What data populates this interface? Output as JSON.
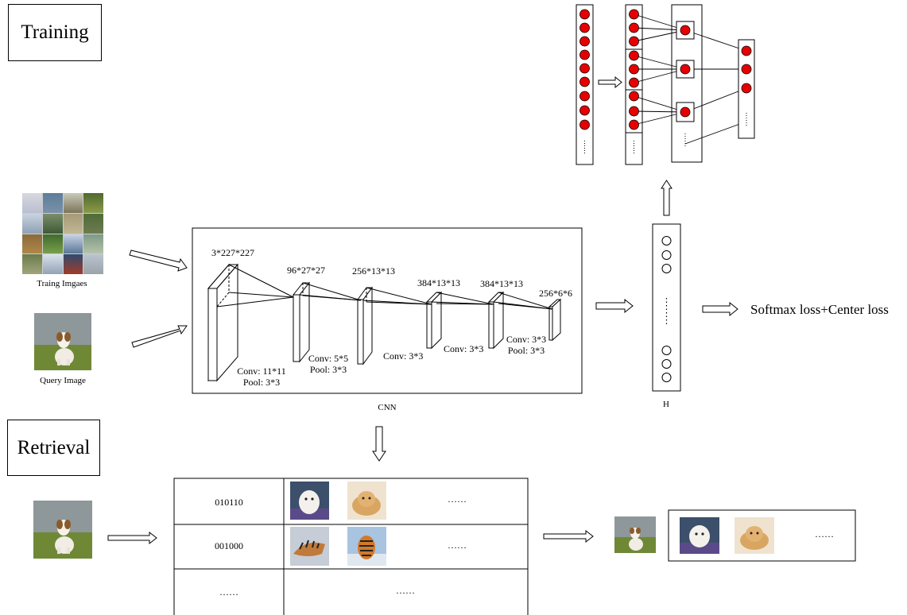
{
  "sections": {
    "training": "Training",
    "retrieval": "Retrieval"
  },
  "inputs": {
    "training_images_label": "Traing Imgaes",
    "query_image_label": "Query Image"
  },
  "cnn": {
    "label": "CNN",
    "layers": [
      {
        "dims": "3*227*227"
      },
      {
        "dims": "96*27*27"
      },
      {
        "dims": "256*13*13"
      },
      {
        "dims": "384*13*13"
      },
      {
        "dims": "384*13*13"
      },
      {
        "dims": "256*6*6"
      }
    ],
    "ops": [
      {
        "line1": "Conv: 11*11",
        "line2": "Pool: 3*3"
      },
      {
        "line1": "Conv: 5*5",
        "line2": "Pool: 3*3"
      },
      {
        "line1": "Conv: 3*3"
      },
      {
        "line1": "Conv: 3*3"
      },
      {
        "line1": "Conv: 3*3",
        "line2": "Pool: 3*3"
      }
    ]
  },
  "hash_layer": {
    "label": "H",
    "ellipsis": "⋮"
  },
  "loss": {
    "text": "Softmax loss+Center loss"
  },
  "network": {
    "ellipsis": "⋮"
  },
  "retrieval_table": {
    "rows": [
      {
        "code": "010110",
        "more": "……"
      },
      {
        "code": "001000",
        "more": "……"
      },
      {
        "code": "……",
        "more": "……"
      }
    ]
  },
  "result": {
    "more": "……"
  },
  "colors": {
    "neuron": "#e60000",
    "line": "#000000",
    "background": "#ffffff"
  },
  "icons": [
    "hollow-right-arrow-icon",
    "hollow-down-arrow-icon",
    "hollow-up-arrow-icon"
  ]
}
